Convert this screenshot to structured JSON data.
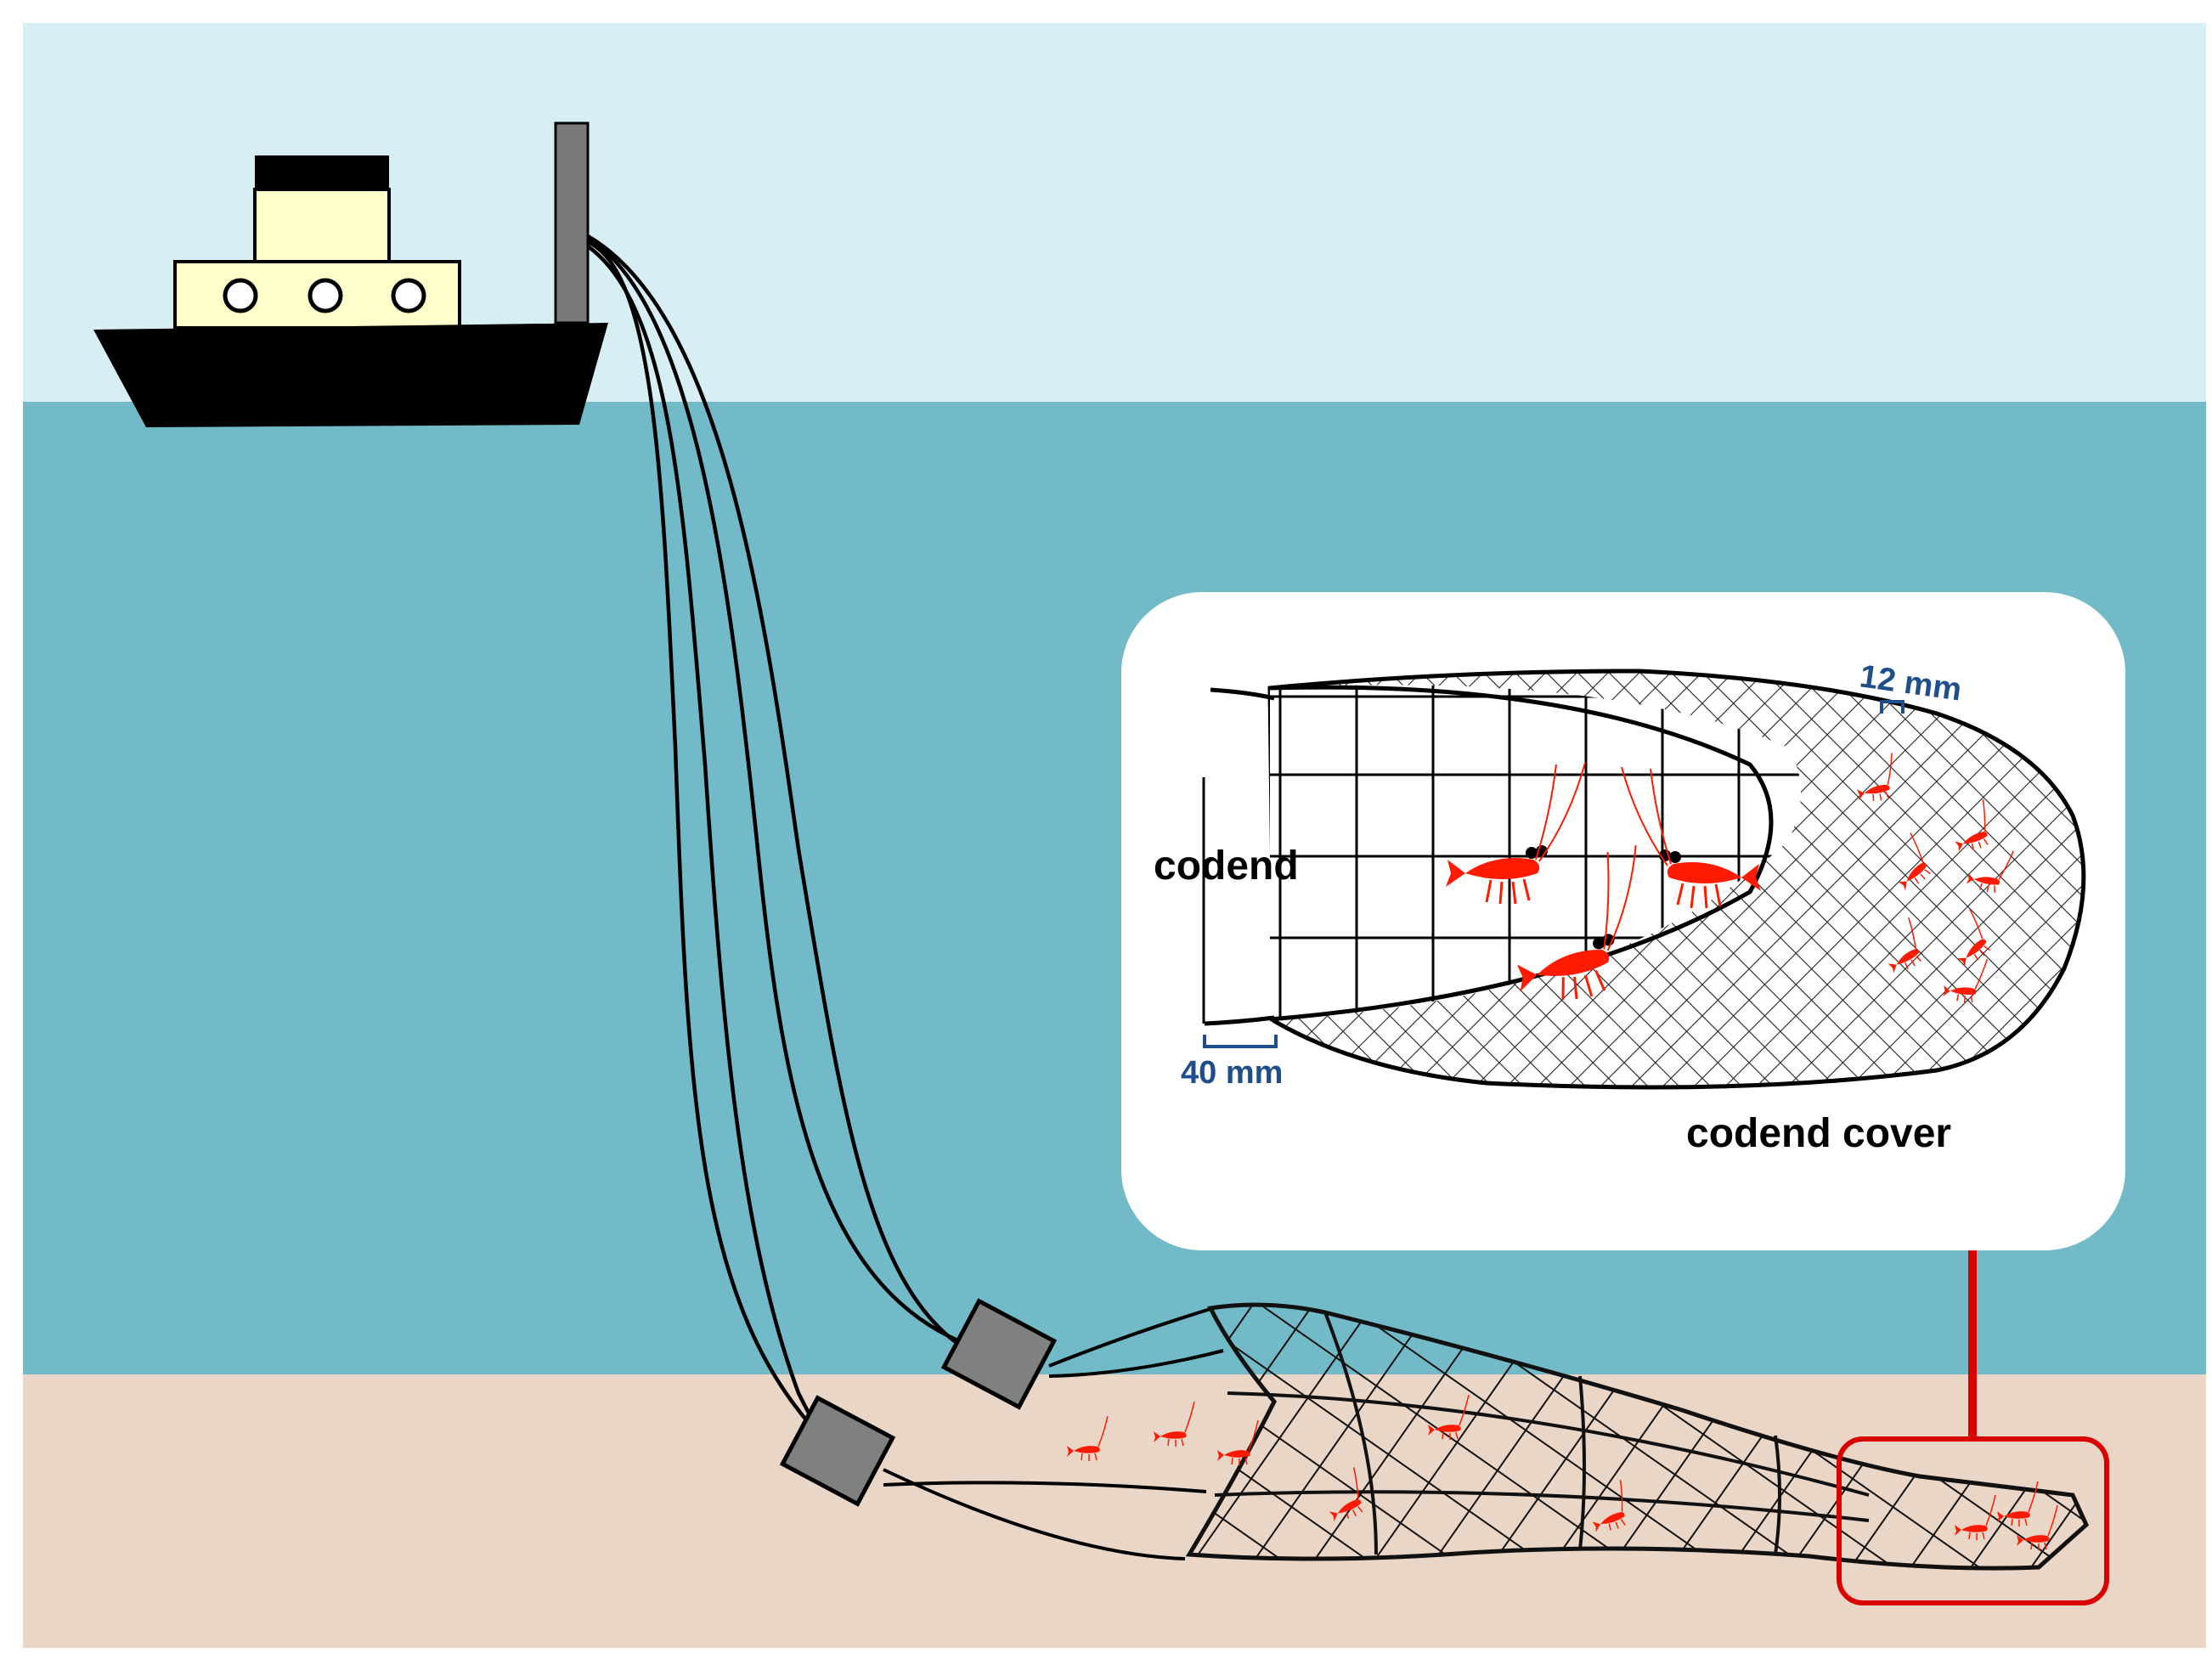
{
  "labels": {
    "codend": "codend",
    "codend_cover": "codend cover",
    "codend_mesh": "40 mm",
    "cover_mesh": "12 mm"
  },
  "colors": {
    "sky": "#d8eef5",
    "sea": "#72bac8",
    "seabed": "#ead6c6",
    "ship_hull": "#000000",
    "ship_cabin": "#ffffcc",
    "otter_board": "#808080",
    "net": "#111111",
    "shrimp": "#ff1a00",
    "highlight": "#d90000",
    "dimension_text": "#1f4e8c",
    "inset_bg": "#ffffff"
  },
  "icons": {
    "vessel": "trawler-icon",
    "catch": "shrimp-icon",
    "board": "otter-board-icon"
  }
}
